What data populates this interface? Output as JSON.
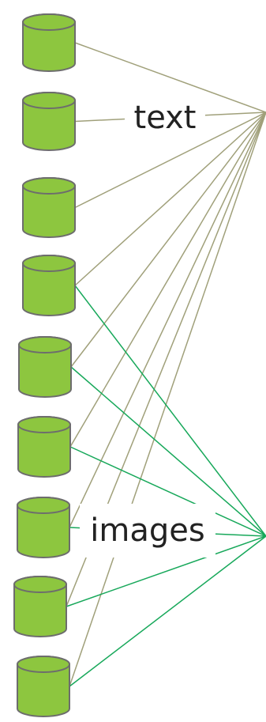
{
  "labels": {
    "text": "text",
    "images": "images"
  },
  "colors": {
    "db_fill": "#8DC63F",
    "db_stroke": "#6d6d6d",
    "text_line": "#a0a07a",
    "image_line": "#17a85a"
  },
  "nodes": {
    "databases": [
      "db-1",
      "db-2",
      "db-3",
      "db-4",
      "db-5",
      "db-6",
      "db-7",
      "db-8",
      "db-9"
    ],
    "hubs": [
      "text",
      "images"
    ]
  },
  "edges": {
    "text": [
      "db-1",
      "db-2",
      "db-3",
      "db-4",
      "db-5",
      "db-6",
      "db-7",
      "db-8",
      "db-9"
    ],
    "images": [
      "db-4",
      "db-5",
      "db-6",
      "db-7",
      "db-8",
      "db-9"
    ]
  }
}
